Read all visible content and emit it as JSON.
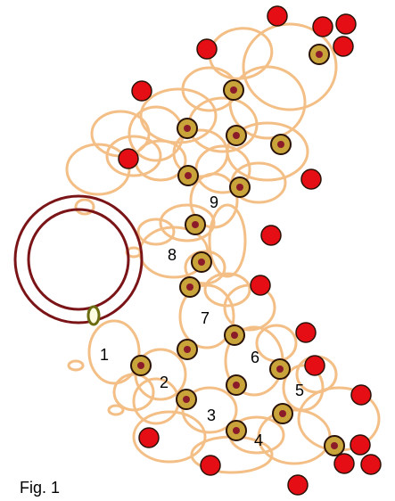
{
  "caption": "Fig. 1",
  "ring_numbers": [
    "1",
    "2",
    "3",
    "4",
    "5",
    "6",
    "7",
    "8",
    "9"
  ],
  "colors": {
    "thread": "#f3bf86",
    "ring_dark": "#7a1417",
    "picot_clip": "#6b6b10",
    "bead_red": "#e50e14",
    "bead_gold": "#c9a43a",
    "bead_core": "#8c1b2a",
    "outline": "#2a1208"
  },
  "legend": {}
}
